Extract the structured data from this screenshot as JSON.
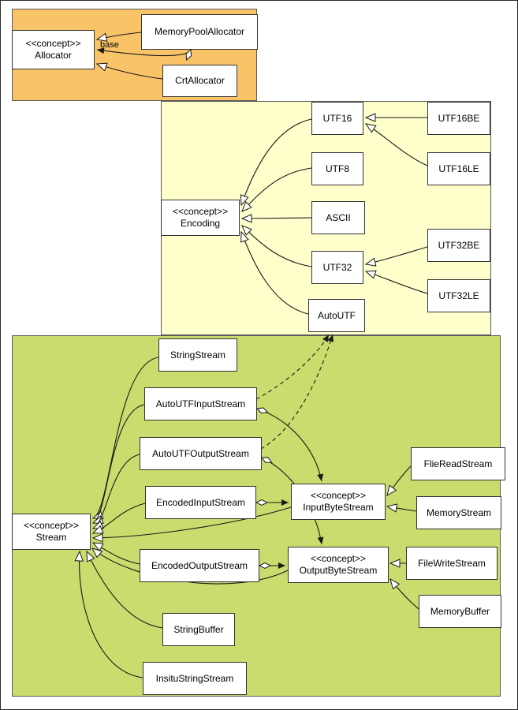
{
  "diagram": {
    "kind": "uml-class-diagram",
    "colors": {
      "region_allocator": "#f9c468",
      "region_encoding": "#ffffcc",
      "region_stream": "#cbdb6d",
      "node_fill": "#ffffff",
      "node_border": "#333333",
      "edge_line": "#1a1a1a"
    },
    "edge_labels": {
      "base": "base"
    },
    "nodes": {
      "allocator": {
        "stereotype": "<<concept>>",
        "name": "Allocator"
      },
      "memoryPoolAllocator": {
        "name": "MemoryPoolAllocator"
      },
      "crtAllocator": {
        "name": "CrtAllocator"
      },
      "encoding": {
        "stereotype": "<<concept>>",
        "name": "Encoding"
      },
      "utf16": {
        "name": "UTF16"
      },
      "utf8": {
        "name": "UTF8"
      },
      "ascii": {
        "name": "ASCII"
      },
      "utf32": {
        "name": "UTF32"
      },
      "autoUtf": {
        "name": "AutoUTF"
      },
      "utf16be": {
        "name": "UTF16BE"
      },
      "utf16le": {
        "name": "UTF16LE"
      },
      "utf32be": {
        "name": "UTF32BE"
      },
      "utf32le": {
        "name": "UTF32LE"
      },
      "stream": {
        "stereotype": "<<concept>>",
        "name": "Stream"
      },
      "stringStream": {
        "name": "StringStream"
      },
      "autoUtfInputStream": {
        "name": "AutoUTFInputStream"
      },
      "autoUtfOutputStream": {
        "name": "AutoUTFOutputStream"
      },
      "encodedInputStream": {
        "name": "EncodedInputStream"
      },
      "encodedOutputStream": {
        "name": "EncodedOutputStream"
      },
      "inputByteStream": {
        "stereotype": "<<concept>>",
        "name": "InputByteStream"
      },
      "outputByteStream": {
        "stereotype": "<<concept>>",
        "name": "OutputByteStream"
      },
      "flieReadStream": {
        "name": "FlieReadStream"
      },
      "memoryStream": {
        "name": "MemoryStream"
      },
      "fileWriteStream": {
        "name": "FileWriteStream"
      },
      "memoryBuffer": {
        "name": "MemoryBuffer"
      },
      "stringBuffer": {
        "name": "StringBuffer"
      },
      "insituStringStream": {
        "name": "InsituStringStream"
      }
    },
    "relations": [
      {
        "from": "MemoryPoolAllocator",
        "to": "Allocator",
        "type": "realization"
      },
      {
        "from": "MemoryPoolAllocator",
        "to": "Allocator",
        "type": "aggregation",
        "label": "base"
      },
      {
        "from": "CrtAllocator",
        "to": "Allocator",
        "type": "realization"
      },
      {
        "from": "UTF16",
        "to": "Encoding",
        "type": "realization"
      },
      {
        "from": "UTF8",
        "to": "Encoding",
        "type": "realization"
      },
      {
        "from": "ASCII",
        "to": "Encoding",
        "type": "realization"
      },
      {
        "from": "UTF32",
        "to": "Encoding",
        "type": "realization"
      },
      {
        "from": "AutoUTF",
        "to": "Encoding",
        "type": "realization"
      },
      {
        "from": "UTF16BE",
        "to": "UTF16",
        "type": "realization"
      },
      {
        "from": "UTF16LE",
        "to": "UTF16",
        "type": "realization"
      },
      {
        "from": "UTF32BE",
        "to": "UTF32",
        "type": "realization"
      },
      {
        "from": "UTF32LE",
        "to": "UTF32",
        "type": "realization"
      },
      {
        "from": "StringStream",
        "to": "Stream",
        "type": "realization"
      },
      {
        "from": "AutoUTFInputStream",
        "to": "Stream",
        "type": "realization"
      },
      {
        "from": "AutoUTFOutputStream",
        "to": "Stream",
        "type": "realization"
      },
      {
        "from": "EncodedInputStream",
        "to": "Stream",
        "type": "realization"
      },
      {
        "from": "EncodedOutputStream",
        "to": "Stream",
        "type": "realization"
      },
      {
        "from": "InputByteStream",
        "to": "Stream",
        "type": "realization"
      },
      {
        "from": "OutputByteStream",
        "to": "Stream",
        "type": "realization"
      },
      {
        "from": "StringBuffer",
        "to": "Stream",
        "type": "realization"
      },
      {
        "from": "InsituStringStream",
        "to": "Stream",
        "type": "realization"
      },
      {
        "from": "FlieReadStream",
        "to": "InputByteStream",
        "type": "realization"
      },
      {
        "from": "MemoryStream",
        "to": "InputByteStream",
        "type": "realization"
      },
      {
        "from": "FileWriteStream",
        "to": "OutputByteStream",
        "type": "realization"
      },
      {
        "from": "MemoryBuffer",
        "to": "OutputByteStream",
        "type": "realization"
      },
      {
        "from": "EncodedInputStream",
        "to": "InputByteStream",
        "type": "aggregation"
      },
      {
        "from": "EncodedOutputStream",
        "to": "OutputByteStream",
        "type": "aggregation"
      },
      {
        "from": "AutoUTFInputStream",
        "to": "InputByteStream",
        "type": "aggregation"
      },
      {
        "from": "AutoUTFOutputStream",
        "to": "OutputByteStream",
        "type": "aggregation"
      },
      {
        "from": "AutoUTFInputStream",
        "to": "AutoUTF",
        "type": "dependency"
      },
      {
        "from": "AutoUTFOutputStream",
        "to": "AutoUTF",
        "type": "dependency"
      }
    ]
  }
}
